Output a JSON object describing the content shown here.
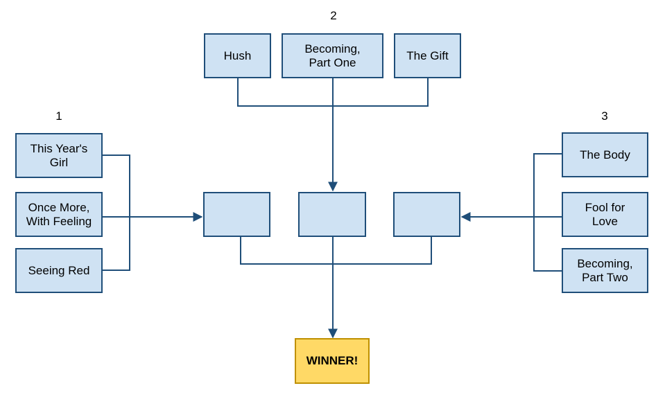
{
  "groups": [
    {
      "number": "1",
      "entries": [
        "This Year's\nGirl",
        "Once More,\nWith Feeling",
        "Seeing Red"
      ]
    },
    {
      "number": "2",
      "entries": [
        "Hush",
        "Becoming,\nPart One",
        "The Gift"
      ]
    },
    {
      "number": "3",
      "entries": [
        "The Body",
        "Fool for\nLove",
        "Becoming,\nPart Two"
      ]
    }
  ],
  "winner": "WINNER!",
  "colors": {
    "box_fill": "#cfe2f3",
    "box_border": "#1f4e79",
    "winner_fill": "#ffd966",
    "winner_border": "#bf9000",
    "line": "#1f4e79"
  }
}
